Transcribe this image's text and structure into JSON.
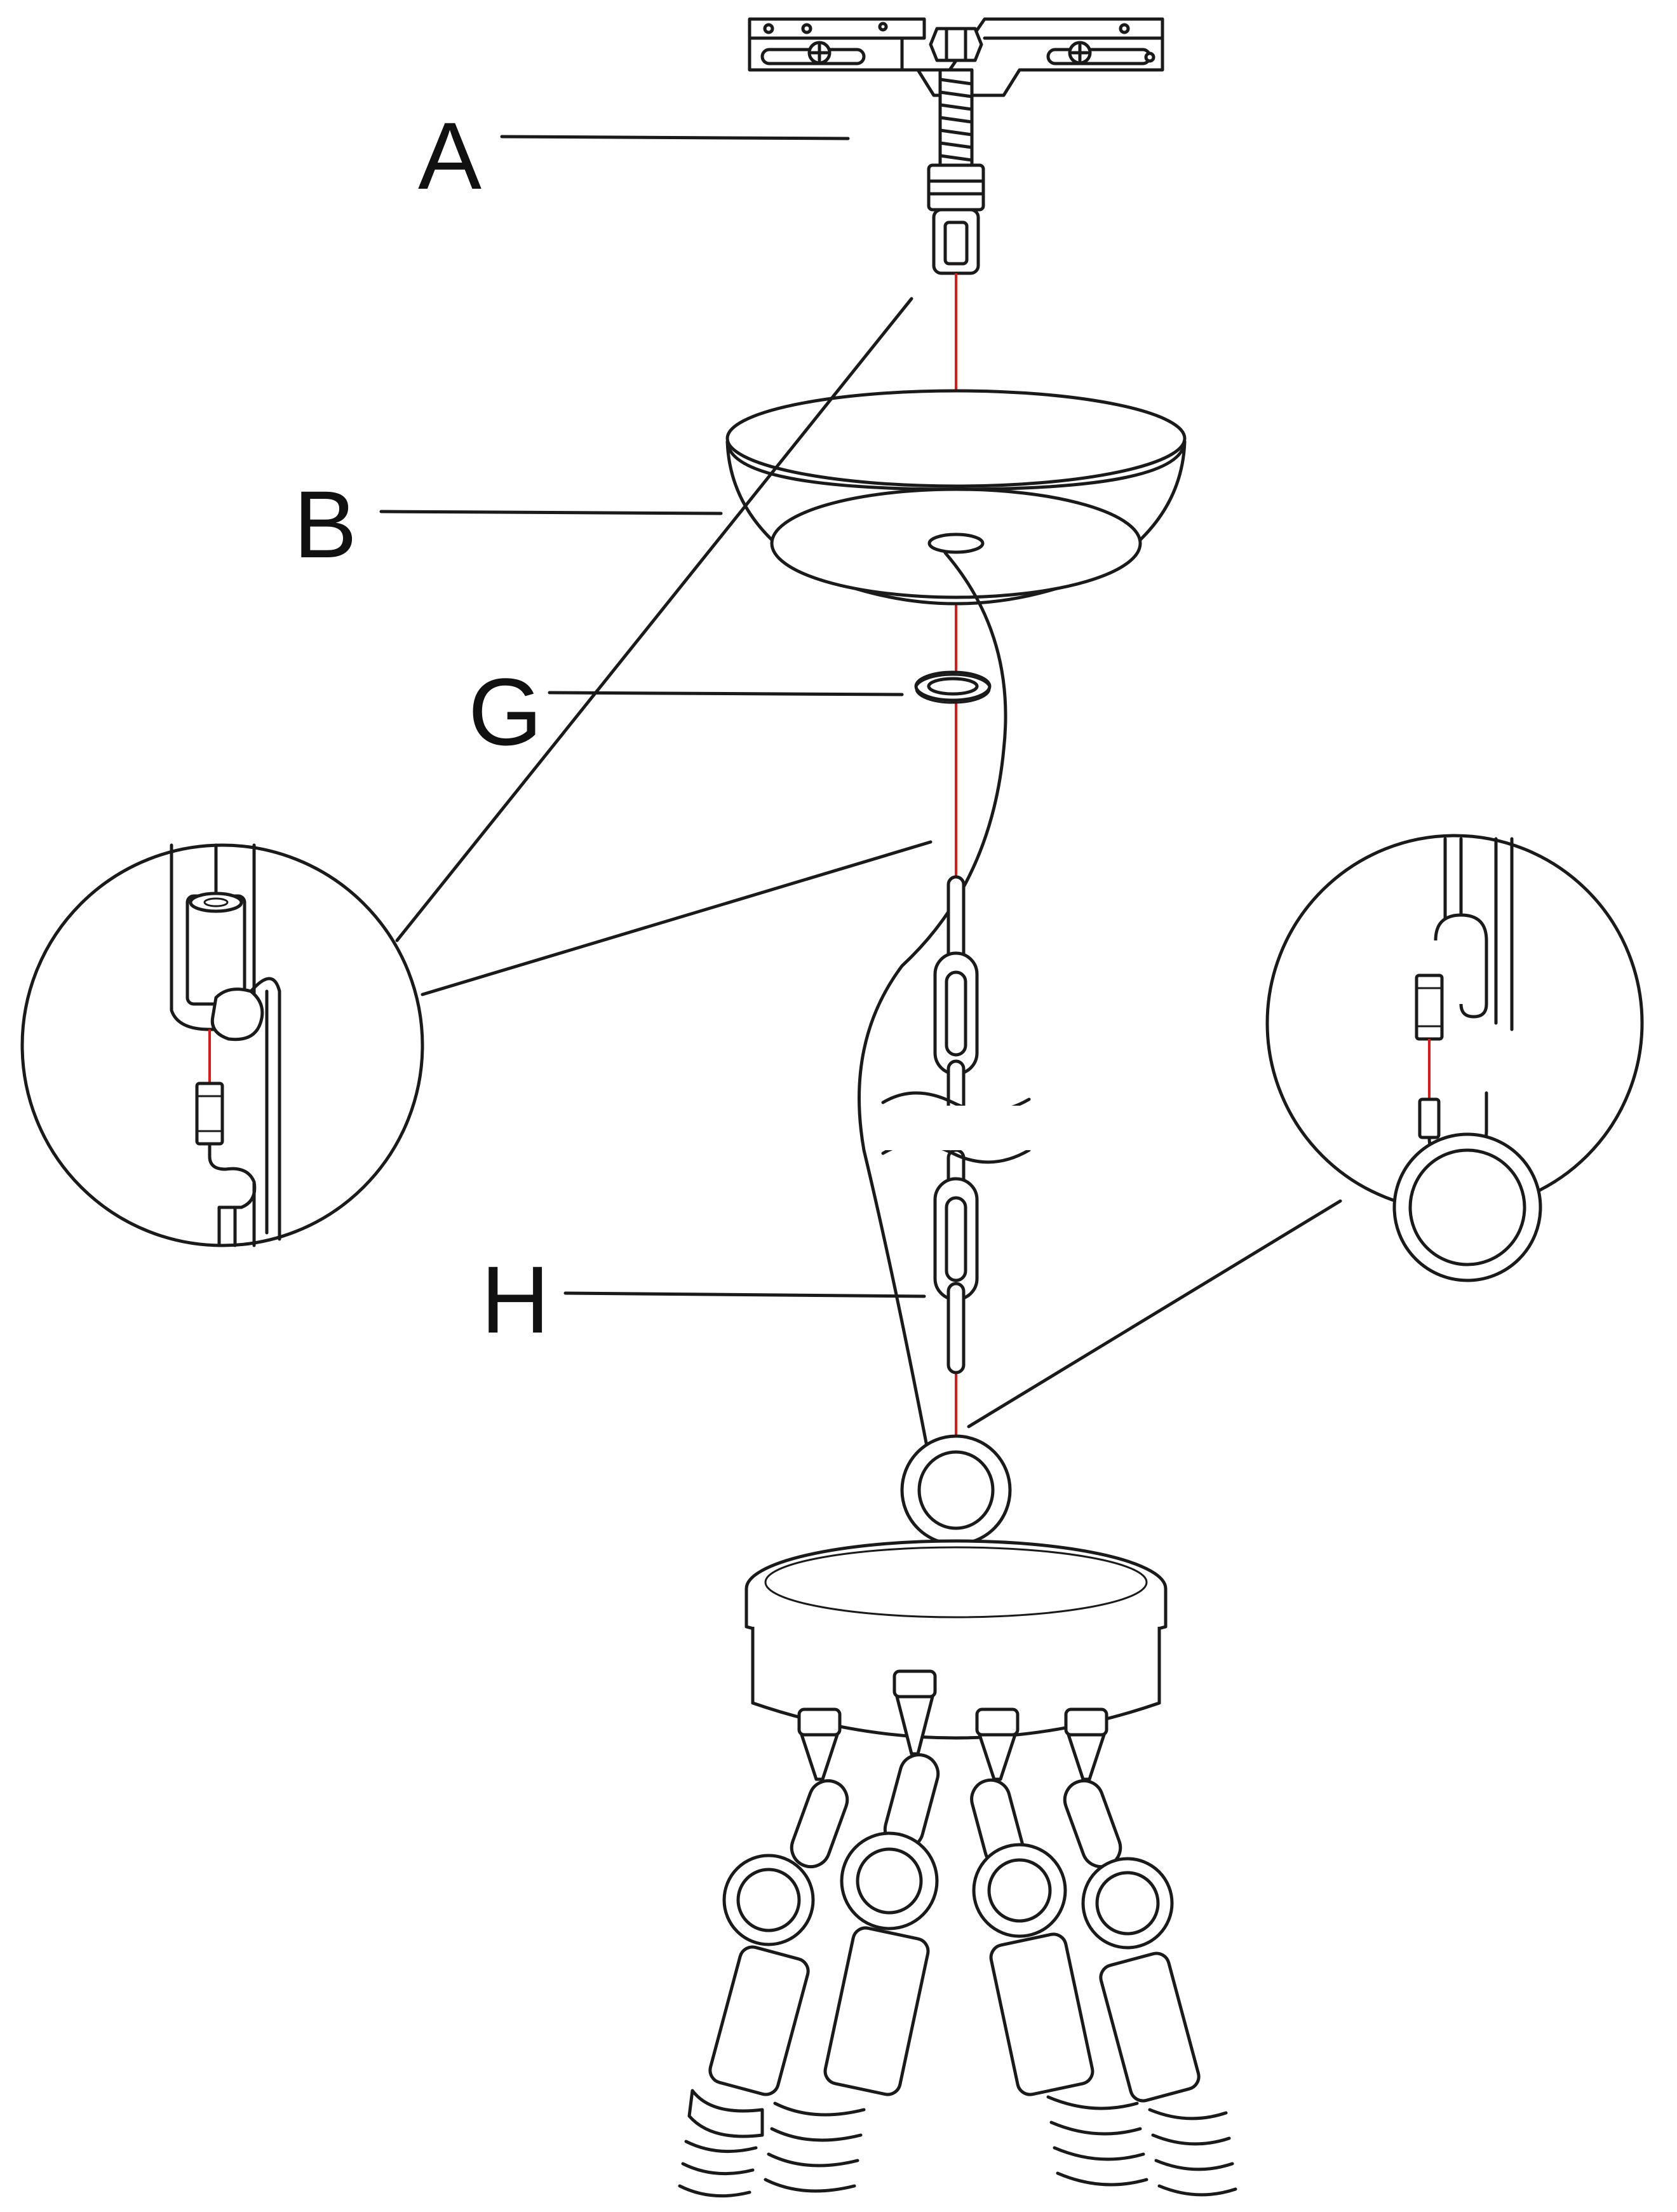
{
  "labels": {
    "a": "A",
    "b": "B",
    "g": "G",
    "h": "H"
  },
  "colors": {
    "line": "#1a1a1a",
    "center_axis": "#e01818",
    "background": "#ffffff"
  }
}
